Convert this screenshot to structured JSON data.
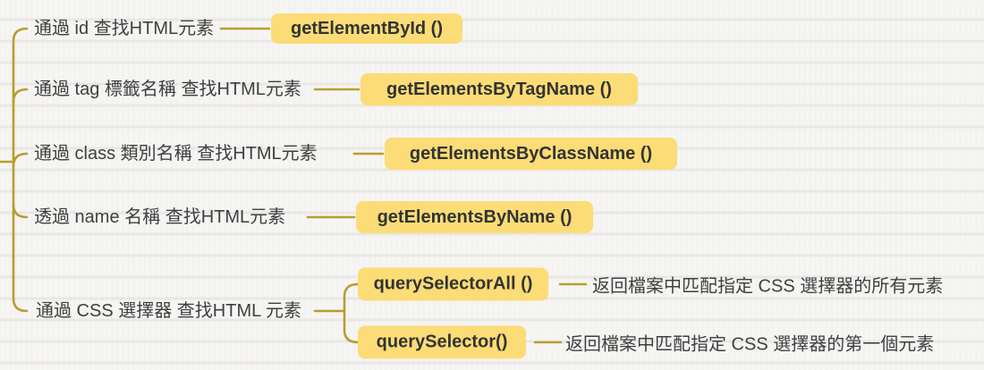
{
  "colors": {
    "line": "#b79e2e",
    "highlight": "#fbdc76",
    "text": "#3f3f3f",
    "method-text": "#333333",
    "bg": "#f4f3f1"
  },
  "branches": [
    {
      "label": "通過 id 查找HTML元素",
      "method": "getElementById ()"
    },
    {
      "label": "通過 tag 標籤名稱 查找HTML元素",
      "method": "getElementsByTagName ()"
    },
    {
      "label": "通過 class 類別名稱 查找HTML元素",
      "method": "getElementsByClassName ()"
    },
    {
      "label": "透過 name 名稱 查找HTML元素",
      "method": "getElementsByName ()"
    },
    {
      "label": "通過 CSS 選擇器 查找HTML 元素",
      "children": [
        {
          "method": "querySelectorAll ()",
          "description": "返回檔案中匹配指定 CSS 選擇器的所有元素"
        },
        {
          "method": "querySelector()",
          "description": "返回檔案中匹配指定 CSS 選擇器的第一個元素"
        }
      ]
    }
  ]
}
